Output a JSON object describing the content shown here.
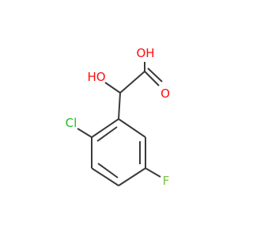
{
  "molecule": {
    "atoms": {
      "o_hydroxyl": {
        "label": "HO",
        "color": "#ff0d0d"
      },
      "o_acid_h": {
        "label": "OH",
        "color": "#ff0d0d"
      },
      "o_carbonyl": {
        "label": "O",
        "color": "#ff0d0d"
      },
      "chlorine": {
        "label": "Cl",
        "color": "#1fbf1f"
      },
      "fluorine": {
        "label": "F",
        "color": "#80c040"
      }
    },
    "bond_color": "#3a3a3a",
    "background": "#ffffff"
  }
}
